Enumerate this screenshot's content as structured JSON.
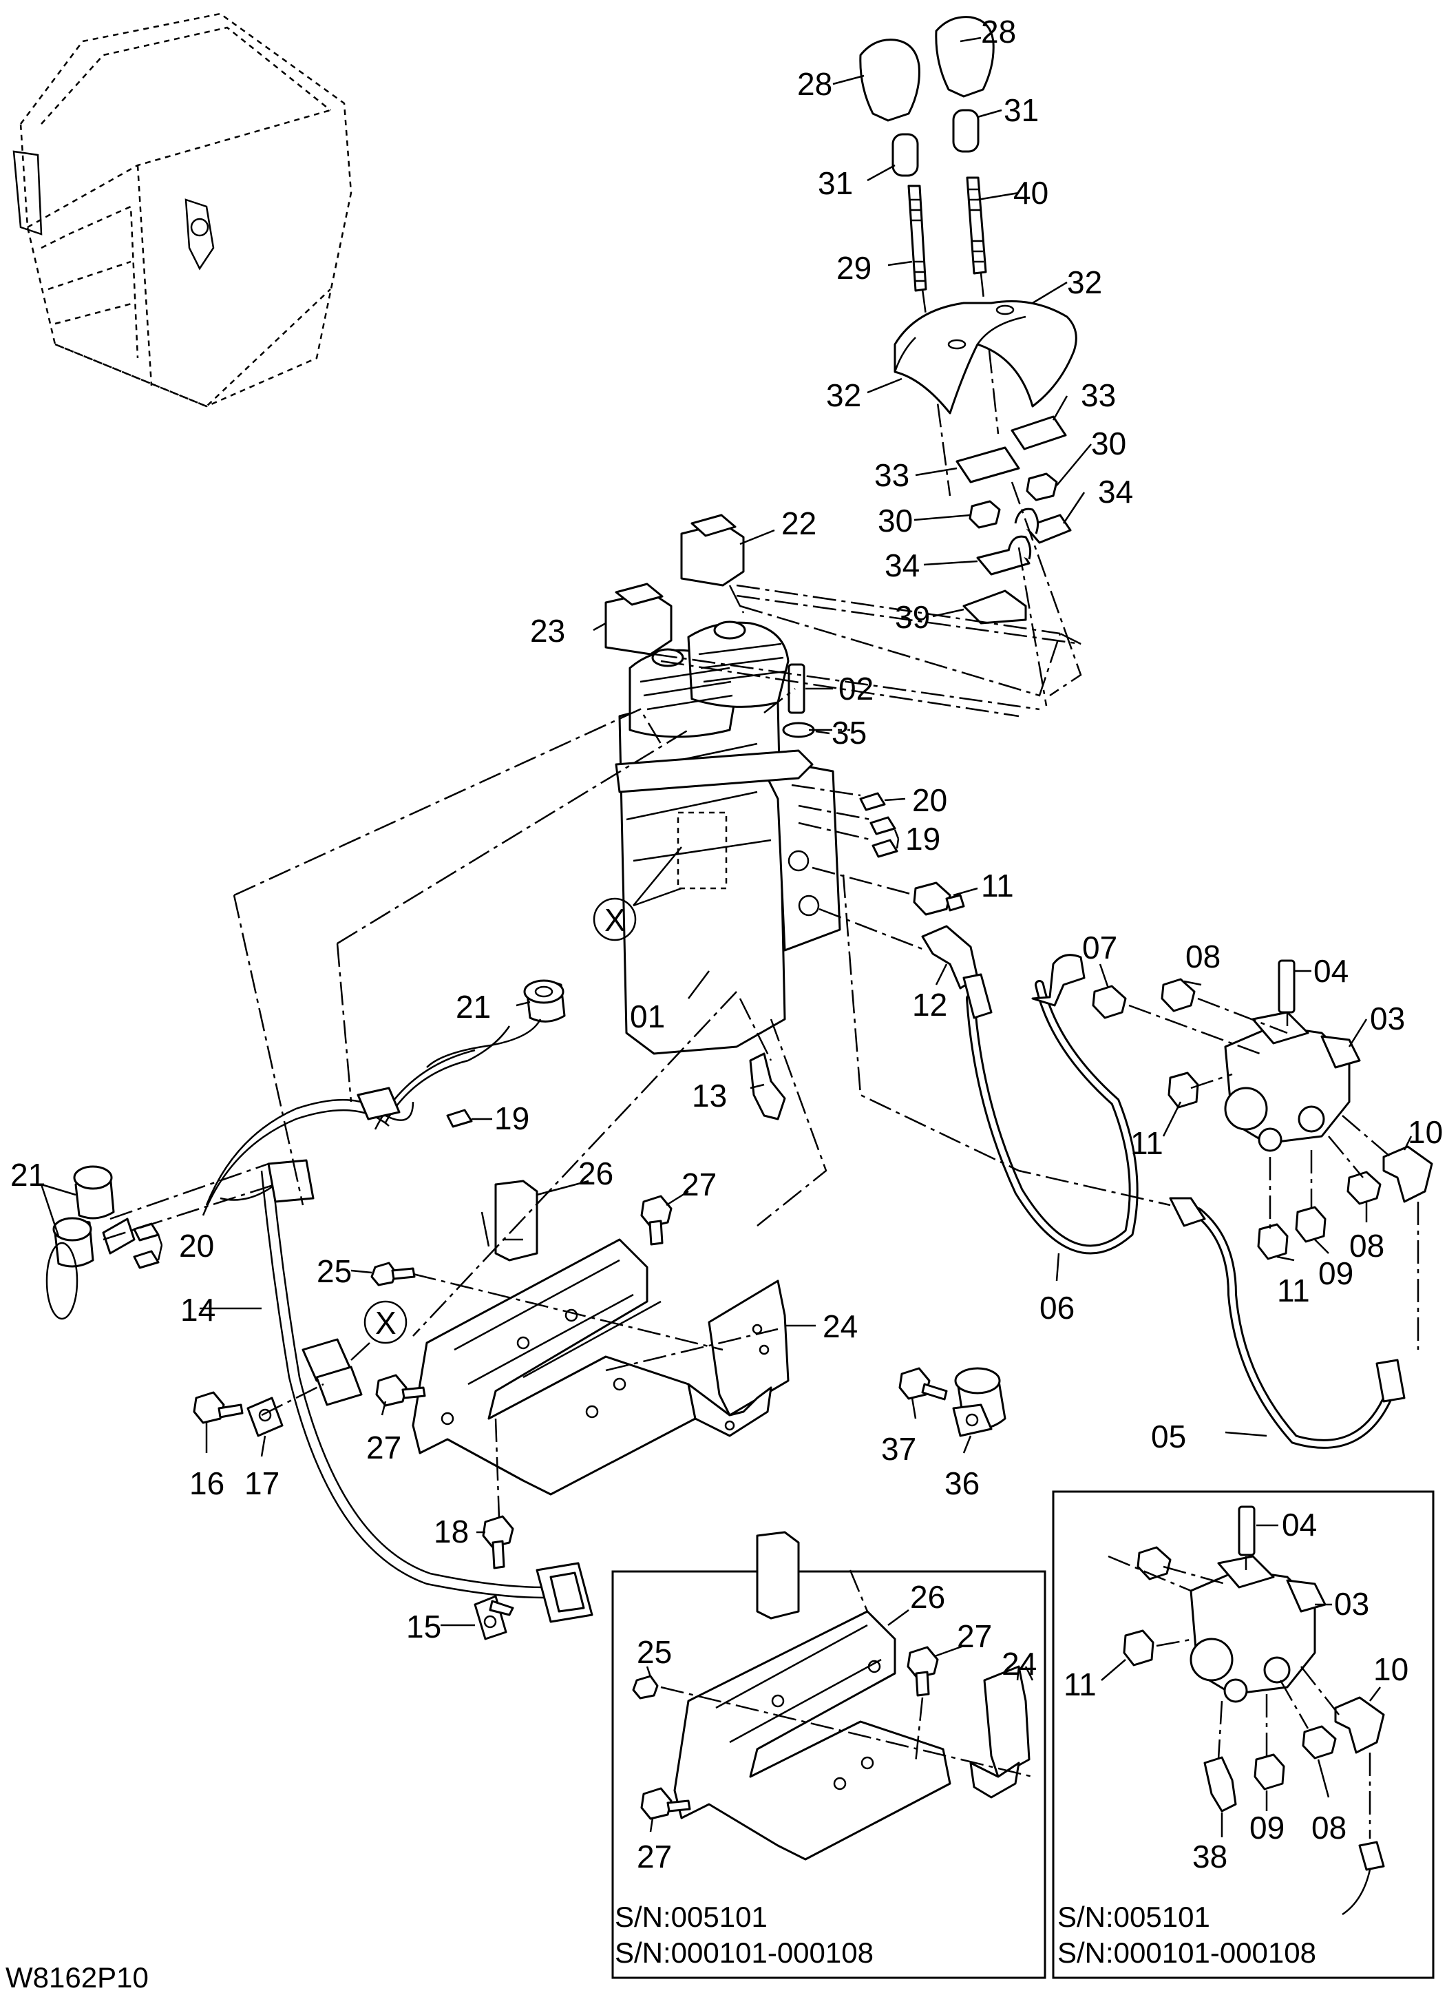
{
  "drawing_code": "W8162P10",
  "inset_left": {
    "serial_lines": [
      "S/N:005101",
      "S/N:000101-000108"
    ],
    "labels": [
      "25",
      "26",
      "27",
      "24",
      "27"
    ]
  },
  "inset_right": {
    "serial_lines": [
      "S/N:005101",
      "S/N:000101-000108"
    ],
    "labels": [
      "04",
      "03",
      "11",
      "10",
      "09",
      "08",
      "38"
    ]
  },
  "main_labels": [
    {
      "id": "28a",
      "text": "28"
    },
    {
      "id": "28b",
      "text": "28"
    },
    {
      "id": "31a",
      "text": "31"
    },
    {
      "id": "31b",
      "text": "31"
    },
    {
      "id": "29",
      "text": "29"
    },
    {
      "id": "40",
      "text": "40"
    },
    {
      "id": "32a",
      "text": "32"
    },
    {
      "id": "32b",
      "text": "32"
    },
    {
      "id": "33a",
      "text": "33"
    },
    {
      "id": "33b",
      "text": "33"
    },
    {
      "id": "30a",
      "text": "30"
    },
    {
      "id": "30b",
      "text": "30"
    },
    {
      "id": "34a",
      "text": "34"
    },
    {
      "id": "34b",
      "text": "34"
    },
    {
      "id": "39",
      "text": "39"
    },
    {
      "id": "22",
      "text": "22"
    },
    {
      "id": "23",
      "text": "23"
    },
    {
      "id": "02",
      "text": "02"
    },
    {
      "id": "35",
      "text": "35"
    },
    {
      "id": "20a",
      "text": "20"
    },
    {
      "id": "19a",
      "text": "19"
    },
    {
      "id": "X1",
      "text": "X"
    },
    {
      "id": "11a",
      "text": "11"
    },
    {
      "id": "07",
      "text": "07"
    },
    {
      "id": "08a",
      "text": "08"
    },
    {
      "id": "04",
      "text": "04"
    },
    {
      "id": "03",
      "text": "03"
    },
    {
      "id": "12",
      "text": "12"
    },
    {
      "id": "01",
      "text": "01"
    },
    {
      "id": "21a",
      "text": "21"
    },
    {
      "id": "13",
      "text": "13"
    },
    {
      "id": "19b",
      "text": "19"
    },
    {
      "id": "11b",
      "text": "11"
    },
    {
      "id": "10",
      "text": "10"
    },
    {
      "id": "21b",
      "text": "21"
    },
    {
      "id": "26",
      "text": "26"
    },
    {
      "id": "27a",
      "text": "27"
    },
    {
      "id": "20b",
      "text": "20"
    },
    {
      "id": "08b",
      "text": "08"
    },
    {
      "id": "11c",
      "text": "11"
    },
    {
      "id": "09",
      "text": "09"
    },
    {
      "id": "25",
      "text": "25"
    },
    {
      "id": "14",
      "text": "14"
    },
    {
      "id": "X2",
      "text": "X"
    },
    {
      "id": "24",
      "text": "24"
    },
    {
      "id": "06",
      "text": "06"
    },
    {
      "id": "27b",
      "text": "27"
    },
    {
      "id": "37",
      "text": "37"
    },
    {
      "id": "05",
      "text": "05"
    },
    {
      "id": "16",
      "text": "16"
    },
    {
      "id": "17",
      "text": "17"
    },
    {
      "id": "36",
      "text": "36"
    },
    {
      "id": "18",
      "text": "18"
    },
    {
      "id": "15",
      "text": "15"
    }
  ]
}
